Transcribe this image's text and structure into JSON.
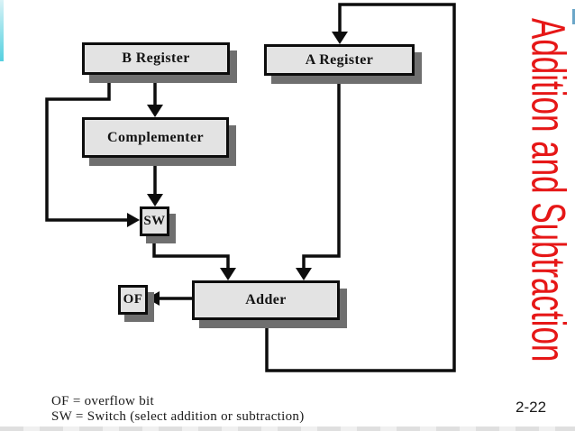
{
  "slide": {
    "vertical_title": {
      "text": "Addition and Subtraction",
      "color": "#e61717"
    },
    "page_number": "2-22",
    "notes": [
      "OF = overflow bit",
      "SW = Switch (select addition or subtraction)"
    ]
  },
  "diagram": {
    "colors": {
      "box_fill": "#e3e3e3",
      "box_border": "#0d0d0d",
      "box_shadow": "#6f6f6f",
      "wire": "#0d0d0d",
      "left_accent": "#8fe0ea",
      "right_accent": "#6ba6c8"
    },
    "boxes": [
      {
        "id": "b-register",
        "label": "B Register"
      },
      {
        "id": "a-register",
        "label": "A Register"
      },
      {
        "id": "complementer",
        "label": "Complementer"
      },
      {
        "id": "sw",
        "label": "SW"
      },
      {
        "id": "adder",
        "label": "Adder"
      },
      {
        "id": "of",
        "label": "OF"
      }
    ],
    "connections": [
      {
        "from": "B Register",
        "to": "SW",
        "note": "bypass path around complementer"
      },
      {
        "from": "B Register",
        "to": "Complementer",
        "note": ""
      },
      {
        "from": "Complementer",
        "to": "SW",
        "note": ""
      },
      {
        "from": "SW",
        "to": "Adder",
        "note": ""
      },
      {
        "from": "A Register",
        "to": "Adder",
        "note": ""
      },
      {
        "from": "Adder",
        "to": "OF",
        "note": "overflow bit out"
      },
      {
        "from": "Adder",
        "to": "A Register",
        "note": "result feedback loop"
      }
    ]
  }
}
